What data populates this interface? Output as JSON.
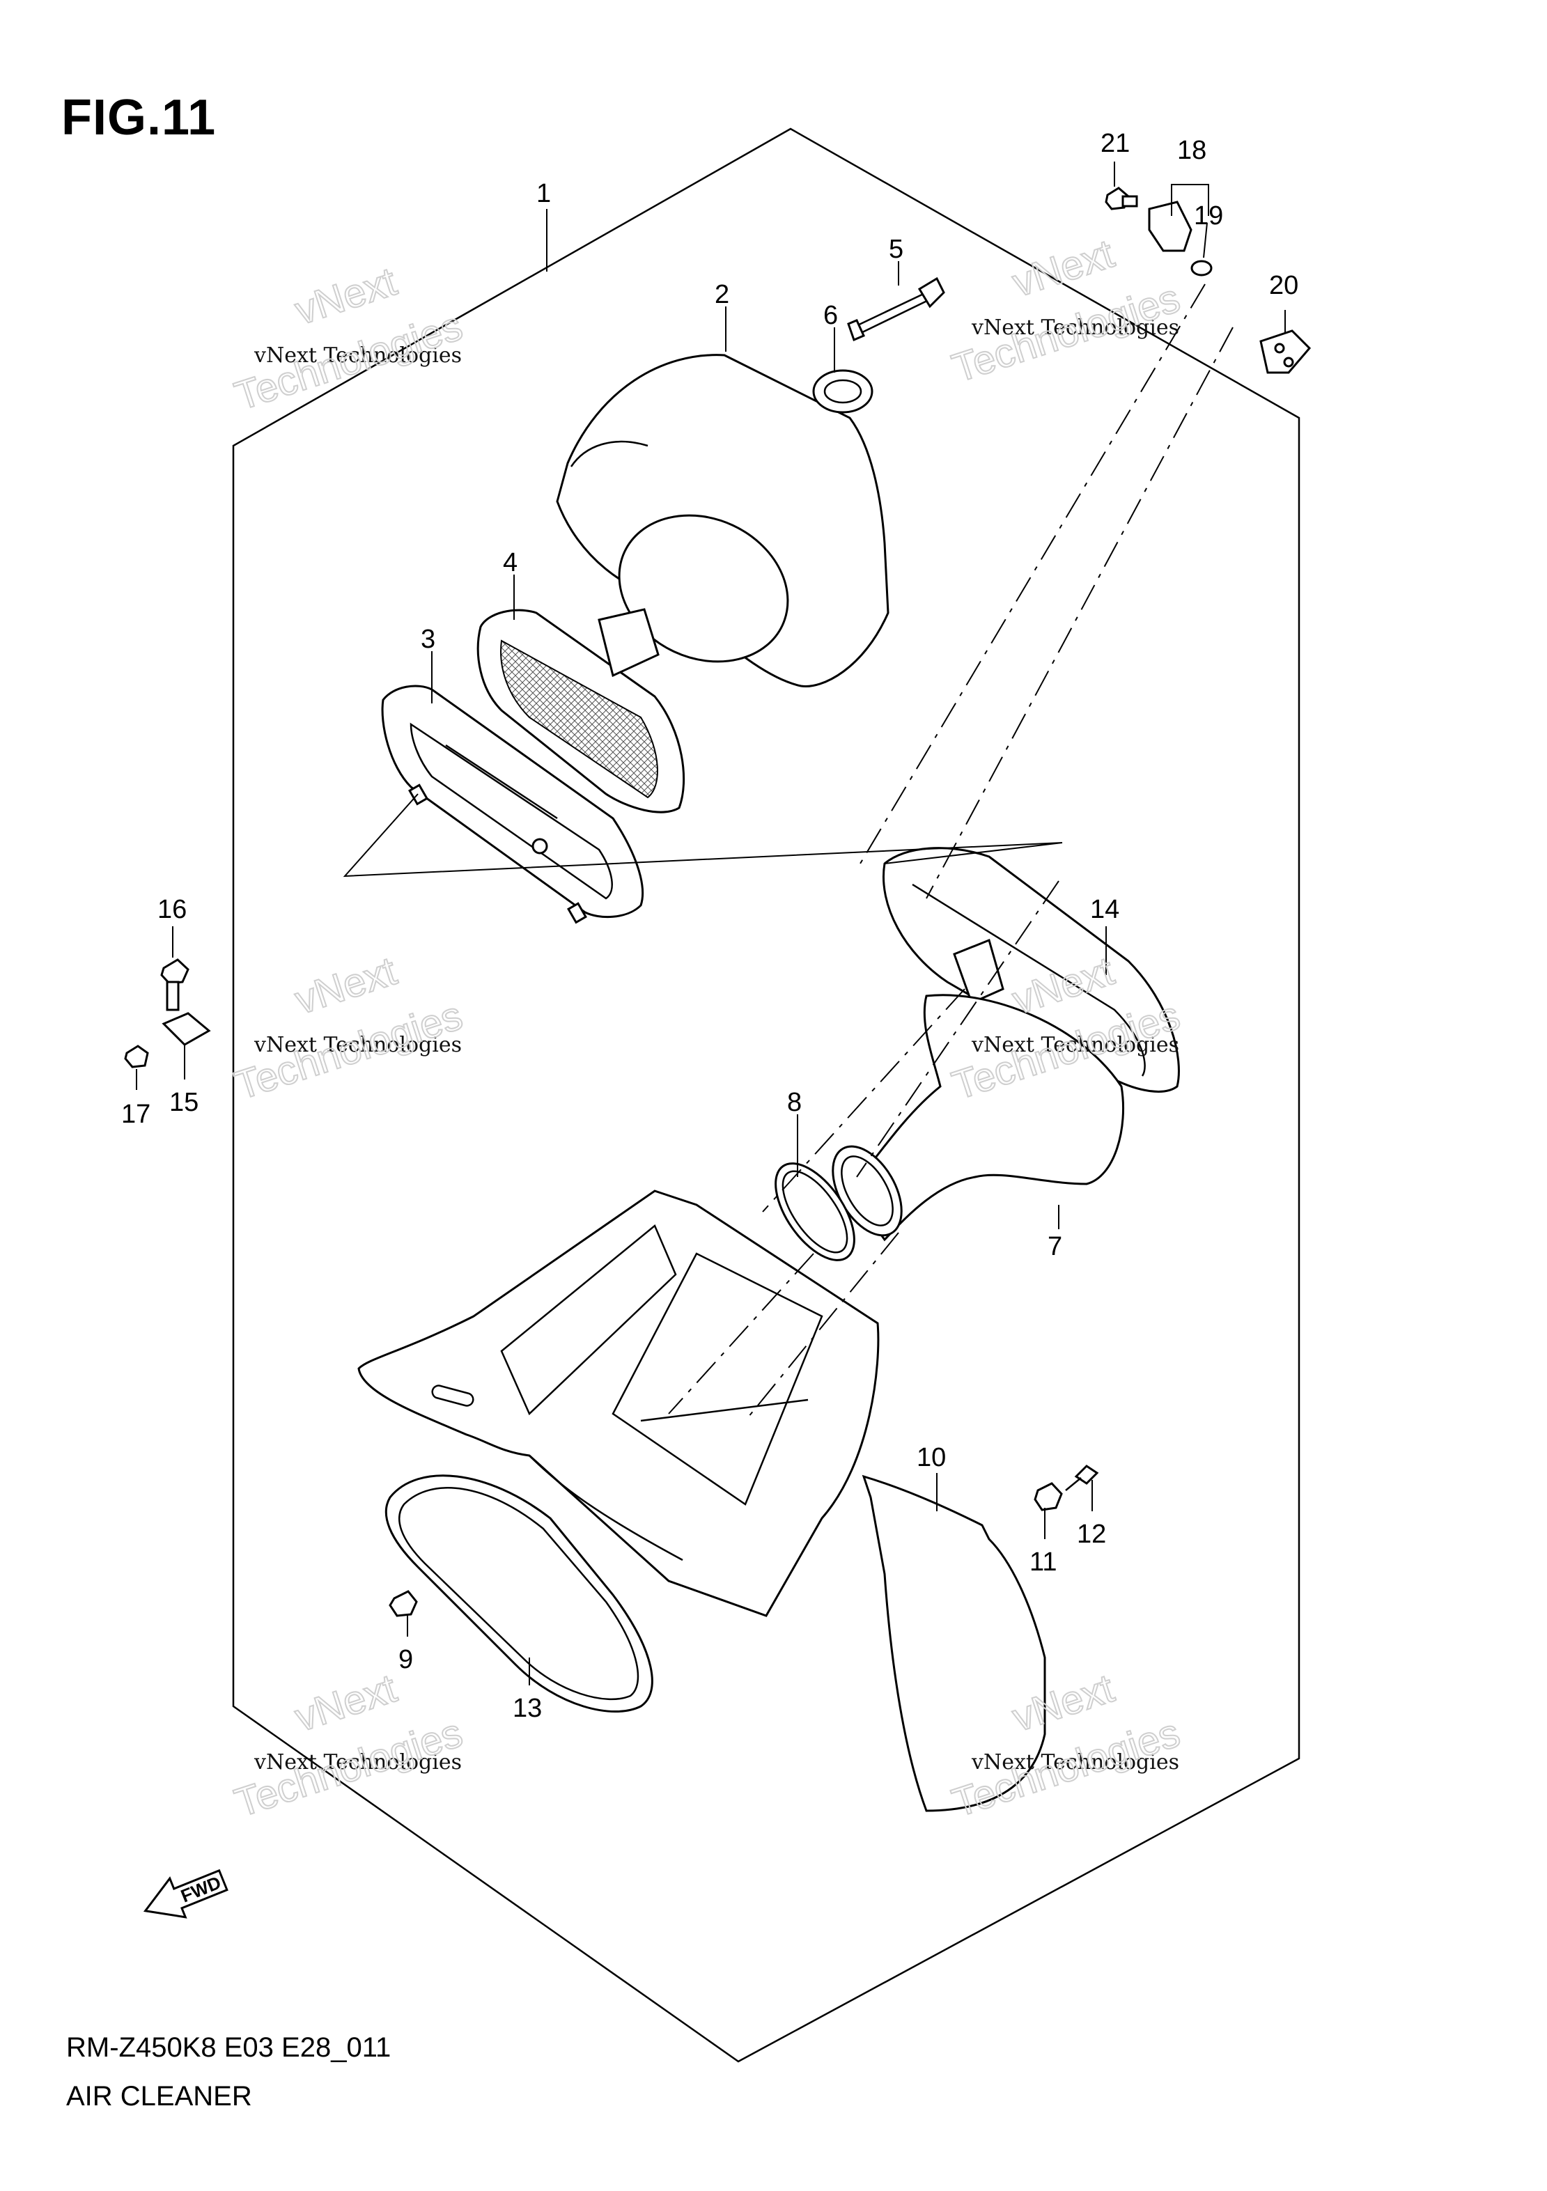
{
  "figure": {
    "title": "FIG.11",
    "model_code": "RM-Z450K8 E03 E28_011",
    "section_name": "AIR CLEANER",
    "fwd_label": "FWD"
  },
  "watermark": {
    "line1": "vNext Technologies",
    "line2": "vNext",
    "line3": "Technologies"
  },
  "callouts": [
    "1",
    "2",
    "3",
    "4",
    "5",
    "6",
    "7",
    "8",
    "9",
    "10",
    "11",
    "12",
    "13",
    "14",
    "15",
    "16",
    "17",
    "18",
    "19",
    "20",
    "21"
  ]
}
